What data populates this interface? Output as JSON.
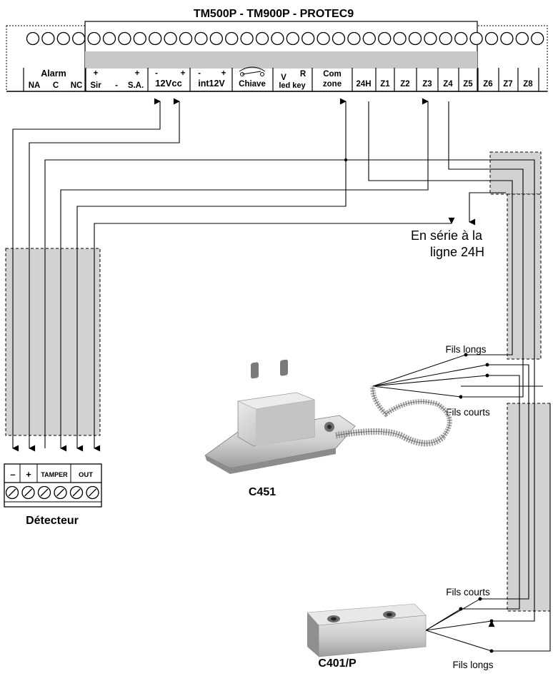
{
  "title": "TM500P - TM900P - PROTEC9",
  "terminals": {
    "alarm": "Alarm",
    "na": "NA",
    "c": "C",
    "nc": "NC",
    "sir_plus": "+",
    "sir": "Sir",
    "sir_minus": "-",
    "sa_plus": "+",
    "sa": "S.A.",
    "v12_minus": "-",
    "v12_plus": "+",
    "v12": "12Vcc",
    "int_minus": "-",
    "int_plus": "+",
    "int12v": "int12V",
    "chiave": "Chiave",
    "v": "V",
    "r": "R",
    "ledkey": "led key",
    "com": "Com",
    "zone": "zone",
    "h24": "24H",
    "z1": "Z1",
    "z2": "Z2",
    "z3": "Z3",
    "z4": "Z4",
    "z5": "Z5",
    "z6": "Z6",
    "z7": "Z7",
    "z8": "Z8"
  },
  "note": {
    "line1": "En série à la",
    "line2": "ligne 24H"
  },
  "wires": {
    "long_top": "Fils longs",
    "short_mid": "Fils courts",
    "short_bottom": "Fils courts",
    "long_bottom": "Fils longs"
  },
  "detector": {
    "minus": "–",
    "plus": "+",
    "tamper": "TAMPER",
    "out": "OUT",
    "name": "Détecteur"
  },
  "contacts": {
    "c451": "C451",
    "c401": "C401/P"
  }
}
